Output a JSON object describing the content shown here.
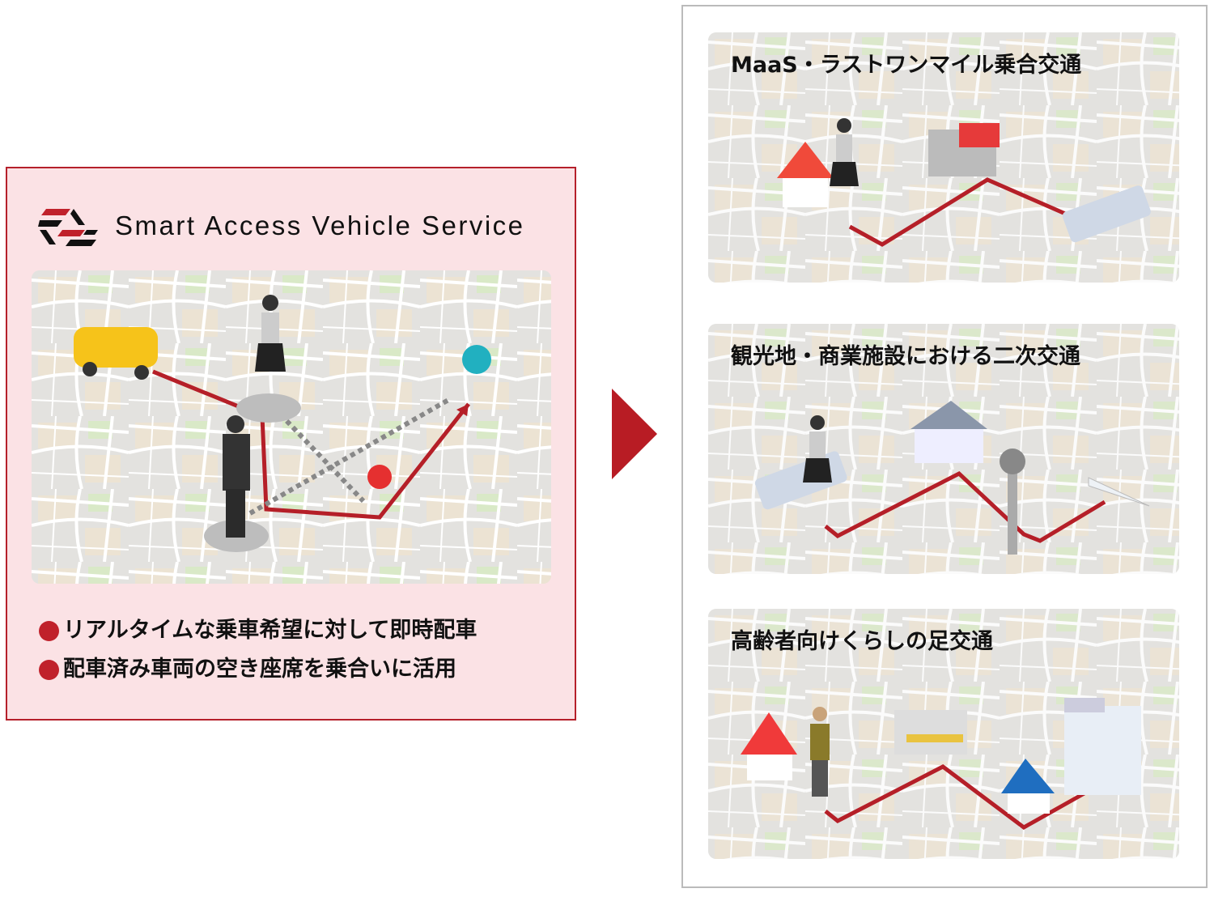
{
  "left_panel": {
    "brand": "Smart Access Vehicle Service",
    "features": [
      "リアルタイムな乗車希望に対して即時配車",
      "配車済み車両の空き座席を乗合いに活用"
    ]
  },
  "use_cases": [
    {
      "title": "MaaS・ラストワンマイル乗合交通"
    },
    {
      "title": "観光地・商業施設における二次交通"
    },
    {
      "title": "高齢者向けくらしの足交通"
    }
  ],
  "colors": {
    "accent": "#b81c24",
    "left_bg": "#fbe2e5",
    "route": "#b51f28"
  }
}
